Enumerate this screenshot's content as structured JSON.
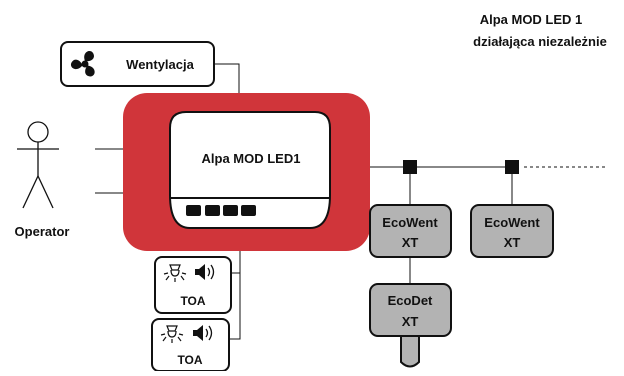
{
  "title": {
    "line1": "Alpa MOD LED 1",
    "line2": "działająca niezależnie"
  },
  "ventilation": {
    "label": "Wentylacja",
    "icon": "fan-icon"
  },
  "controller": {
    "label": "Alpa MOD LED1",
    "accent_color": "#d0353a",
    "button_count": 4
  },
  "operator": {
    "label": "Operator",
    "icon": "person-icon"
  },
  "toa": [
    {
      "label": "TOA",
      "icons": [
        "strobe-light-icon",
        "speaker-icon"
      ]
    },
    {
      "label": "TOA",
      "icons": [
        "strobe-light-icon",
        "speaker-icon"
      ]
    }
  ],
  "devices": {
    "ecowent_1": {
      "line1": "EcoWent",
      "line2": "XT"
    },
    "ecowent_2": {
      "line1": "EcoWent",
      "line2": "XT"
    },
    "ecodet": {
      "line1": "EcoDet",
      "line2": "XT"
    }
  },
  "colors": {
    "device_fill": "#b3b3b3",
    "connector": "#111111"
  }
}
